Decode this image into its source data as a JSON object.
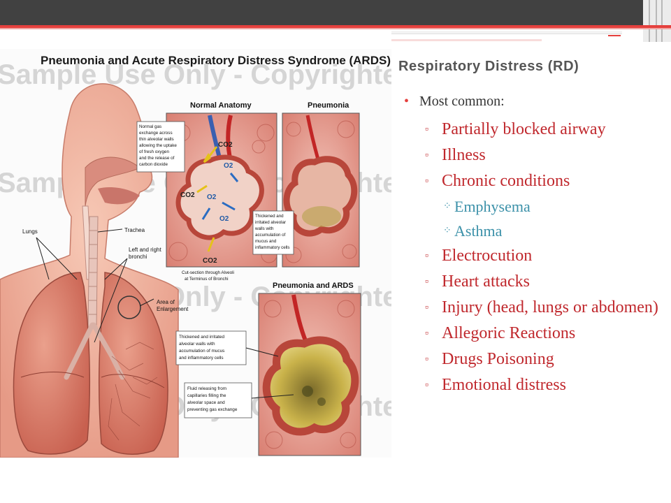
{
  "slide": {
    "title": "Respiratory Distress (RD)",
    "accent_color": "#e5403d",
    "level1": {
      "label": "Most common:",
      "color": "#333333"
    },
    "items": [
      {
        "id": "partially-blocked-airway",
        "label": "Partially blocked airway",
        "level": 2
      },
      {
        "id": "illness",
        "label": "Illness",
        "level": 2
      },
      {
        "id": "chronic-conditions",
        "label": "Chronic conditions",
        "level": 2
      },
      {
        "id": "emphysema",
        "label": "Emphysema",
        "level": 3
      },
      {
        "id": "asthma",
        "label": "Asthma",
        "level": 3
      },
      {
        "id": "electrocution",
        "label": "Electrocution",
        "level": 2
      },
      {
        "id": "heart-attacks",
        "label": "Heart attacks",
        "level": 2
      },
      {
        "id": "injury",
        "label": "Injury (head, lungs or abdomen)",
        "level": 2
      },
      {
        "id": "allegoric-reactions",
        "label": "Allegoric Reactions",
        "level": 2
      },
      {
        "id": "drugs-poisoning",
        "label": "Drugs Poisoning",
        "level": 2
      },
      {
        "id": "emotional-distress",
        "label": "Emotional distress",
        "level": 2
      }
    ],
    "level2_color": "#c0282d",
    "level3_color": "#3c91a9"
  },
  "figure": {
    "title": "Pneumonia and Acute Respiratory Distress Syndrome (ARDS)",
    "watermark": "Sample Use Only - Copyrighted Material",
    "panels": {
      "normal": "Normal Anatomy",
      "pneumonia": "Pneumonia",
      "ards": "Pneumonia and ARDS"
    },
    "labels": {
      "normal_gas": [
        "Normal gas",
        "exchange across",
        "thin alveolar walls",
        "allowing the uptake",
        "of fresh oxygen",
        "and the release of",
        "carbon dioxide"
      ],
      "thickened_top": [
        "Thickened and",
        "irritated alveolar",
        "walls with",
        "accumulation of",
        "mucus and",
        "inflammatory cells"
      ],
      "cut_section": [
        "Cut-section through Alveoli",
        "at Terminus of Bronchi"
      ],
      "lungs": "Lungs",
      "trachea": "Trachea",
      "bronchi": [
        "Left and right",
        "bronchi"
      ],
      "enlargement": [
        "Area of",
        "Enlargement"
      ],
      "thickened_bottom": [
        "Thickened and irritated",
        "alveolar walls with",
        "accumulation of mucus",
        "and inflammatory cells"
      ],
      "fluid": [
        "Fluid releasing from",
        "capillaries filling the",
        "alveolar space and",
        "preventing gas exchange"
      ],
      "co2": "CO2",
      "o2": "O2"
    }
  }
}
